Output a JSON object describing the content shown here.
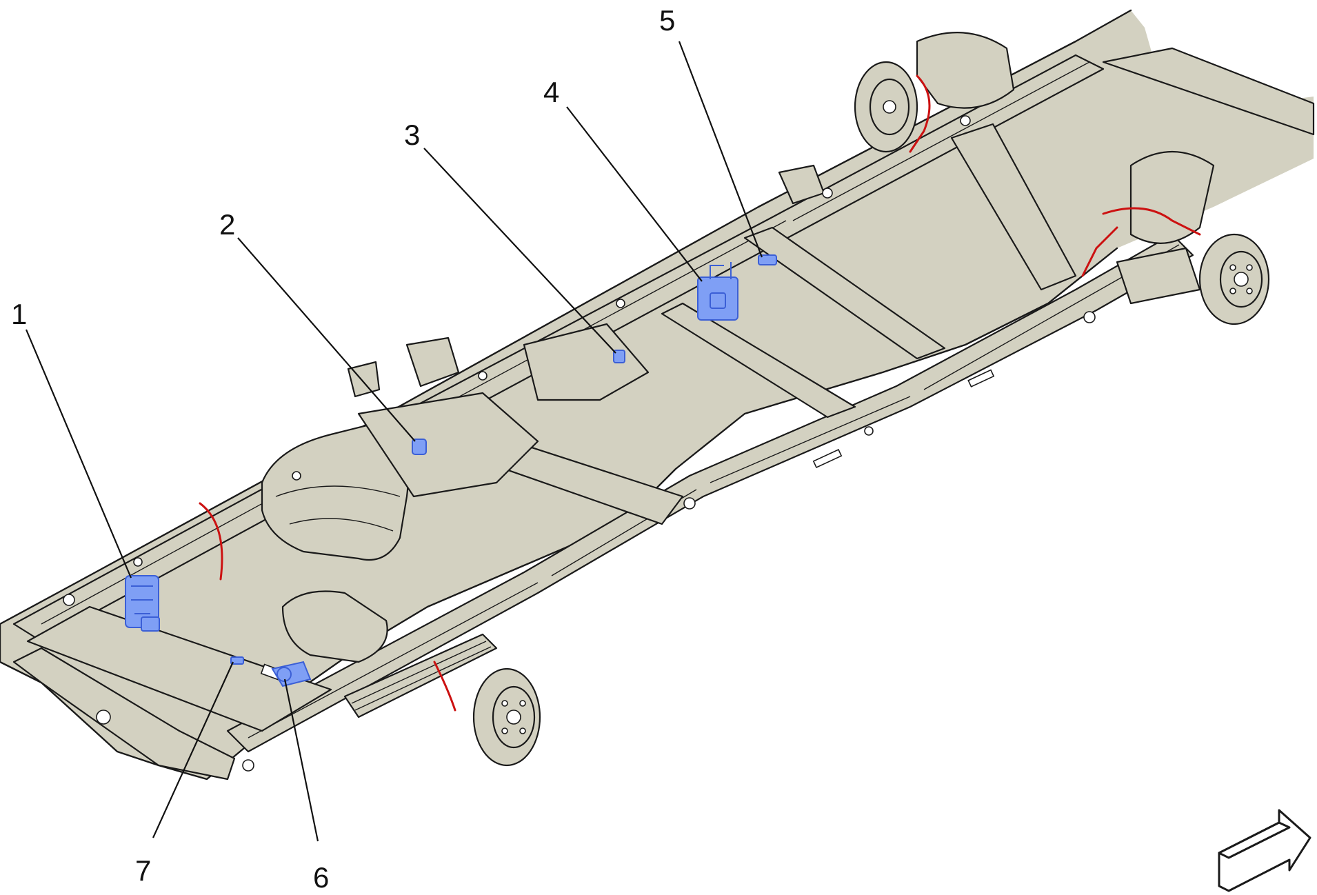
{
  "callouts": [
    {
      "id": "1",
      "label": "1"
    },
    {
      "id": "2",
      "label": "2"
    },
    {
      "id": "3",
      "label": "3"
    },
    {
      "id": "4",
      "label": "4"
    },
    {
      "id": "5",
      "label": "5"
    },
    {
      "id": "6",
      "label": "6"
    },
    {
      "id": "7",
      "label": "7"
    }
  ],
  "colors": {
    "frame": "#d3d1c1",
    "outline": "#1a1a1a",
    "component_highlight": "#7f9ff5",
    "wiring": "#cc1111"
  },
  "icons": {
    "direction_arrow": "forward-arrow-icon"
  }
}
